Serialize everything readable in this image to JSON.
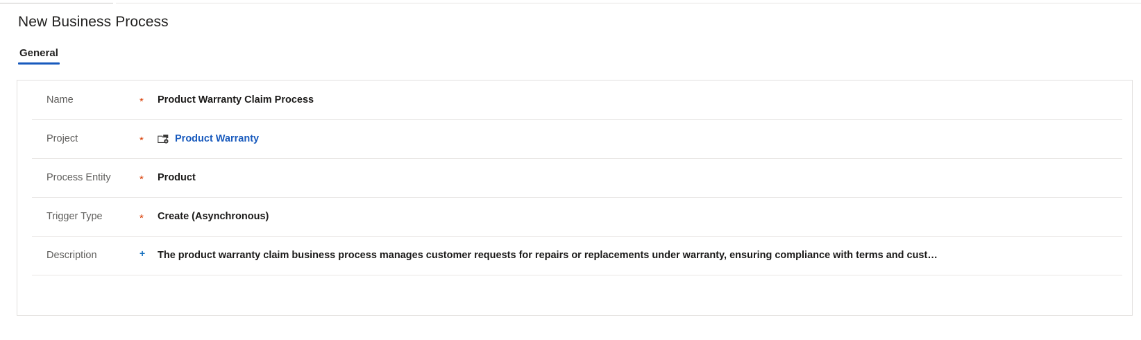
{
  "header": {
    "title": "New Business Process"
  },
  "tabs": [
    {
      "label": "General",
      "active": true
    }
  ],
  "form": {
    "rows": [
      {
        "label": "Name",
        "marker": "*",
        "marker_kind": "asterisk",
        "value": "Product Warranty Claim Process",
        "is_link": false,
        "icon": null
      },
      {
        "label": "Project",
        "marker": "*",
        "marker_kind": "asterisk",
        "value": "Product Warranty",
        "is_link": true,
        "icon": "project-folder-icon"
      },
      {
        "label": "Process Entity",
        "marker": "*",
        "marker_kind": "asterisk",
        "value": "Product",
        "is_link": false,
        "icon": null
      },
      {
        "label": "Trigger Type",
        "marker": "*",
        "marker_kind": "asterisk",
        "value": "Create (Asynchronous)",
        "is_link": false,
        "icon": null
      },
      {
        "label": "Description",
        "marker": "+",
        "marker_kind": "plus",
        "value": "The product warranty claim business process manages customer requests for repairs or replacements under warranty, ensuring compliance with terms and cust…",
        "is_link": false,
        "icon": null
      }
    ]
  },
  "colors": {
    "accent": "#185abd",
    "link": "#185abd",
    "required_asterisk": "#d83b01",
    "optional_plus": "#0f6cbd",
    "label_text": "#5f5e5c",
    "value_text": "#1b1a19",
    "panel_border": "#e1dfdd",
    "row_divider": "#e8e6e4"
  }
}
